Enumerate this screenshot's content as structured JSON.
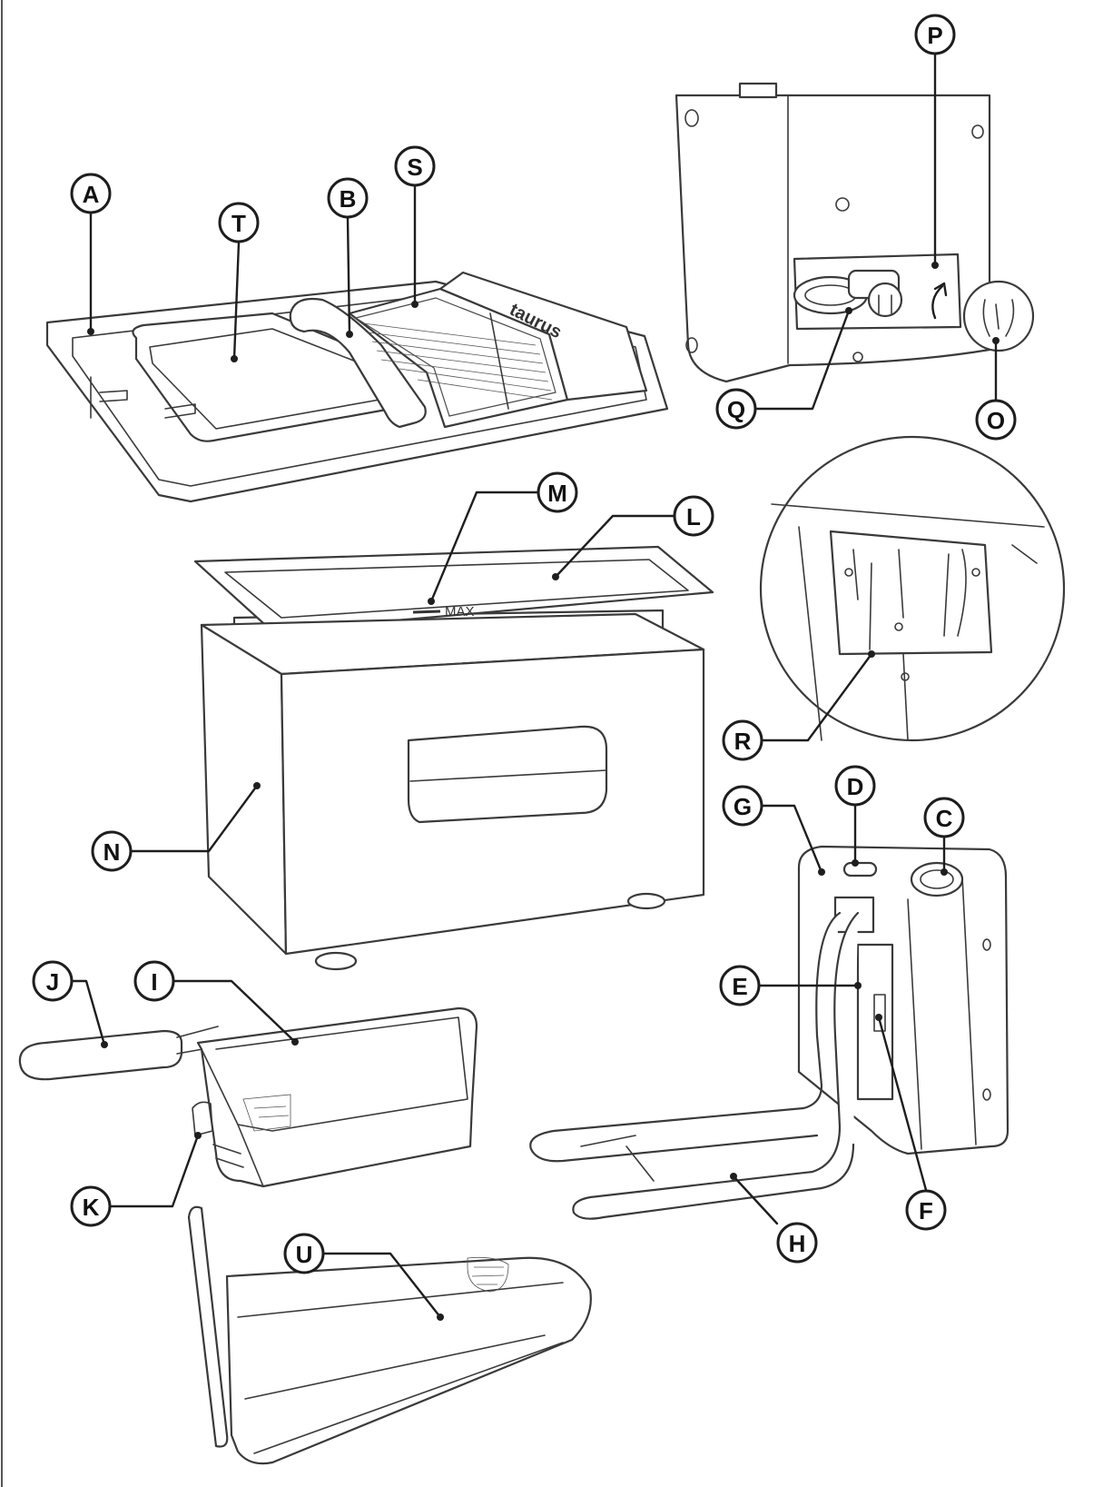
{
  "brand_text": "taurus",
  "max_mark": "MAX",
  "callouts": [
    {
      "id": "A",
      "label": "A"
    },
    {
      "id": "B",
      "label": "B"
    },
    {
      "id": "C",
      "label": "C"
    },
    {
      "id": "D",
      "label": "D"
    },
    {
      "id": "E",
      "label": "E"
    },
    {
      "id": "F",
      "label": "F"
    },
    {
      "id": "G",
      "label": "G"
    },
    {
      "id": "H",
      "label": "H"
    },
    {
      "id": "I",
      "label": "I"
    },
    {
      "id": "J",
      "label": "J"
    },
    {
      "id": "K",
      "label": "K"
    },
    {
      "id": "L",
      "label": "L"
    },
    {
      "id": "M",
      "label": "M"
    },
    {
      "id": "N",
      "label": "N"
    },
    {
      "id": "O",
      "label": "O"
    },
    {
      "id": "P",
      "label": "P"
    },
    {
      "id": "Q",
      "label": "Q"
    },
    {
      "id": "R",
      "label": "R"
    },
    {
      "id": "S",
      "label": "S"
    },
    {
      "id": "T",
      "label": "T"
    },
    {
      "id": "U",
      "label": "U"
    }
  ]
}
